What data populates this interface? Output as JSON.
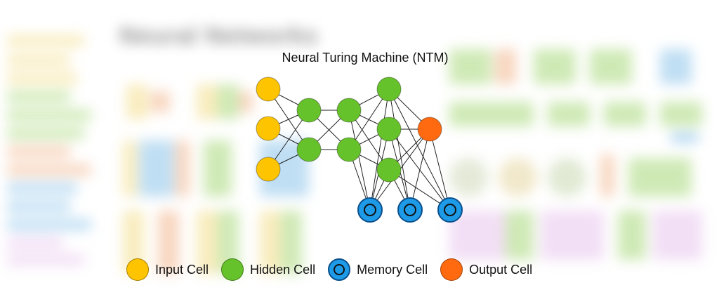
{
  "diagram": {
    "title": "Neural Turing Machine (NTM)",
    "colors": {
      "input": "#ffc400",
      "hidden": "#66c22a",
      "memory": "#1e9be8",
      "output": "#ff6a10",
      "edge": "#222222"
    },
    "legend": [
      {
        "label": "Input Cell",
        "kind": "input"
      },
      {
        "label": "Hidden Cell",
        "kind": "hidden"
      },
      {
        "label": "Memory Cell",
        "kind": "memory"
      },
      {
        "label": "Output Cell",
        "kind": "output"
      }
    ]
  },
  "background": {
    "title": "Neural Networks"
  }
}
